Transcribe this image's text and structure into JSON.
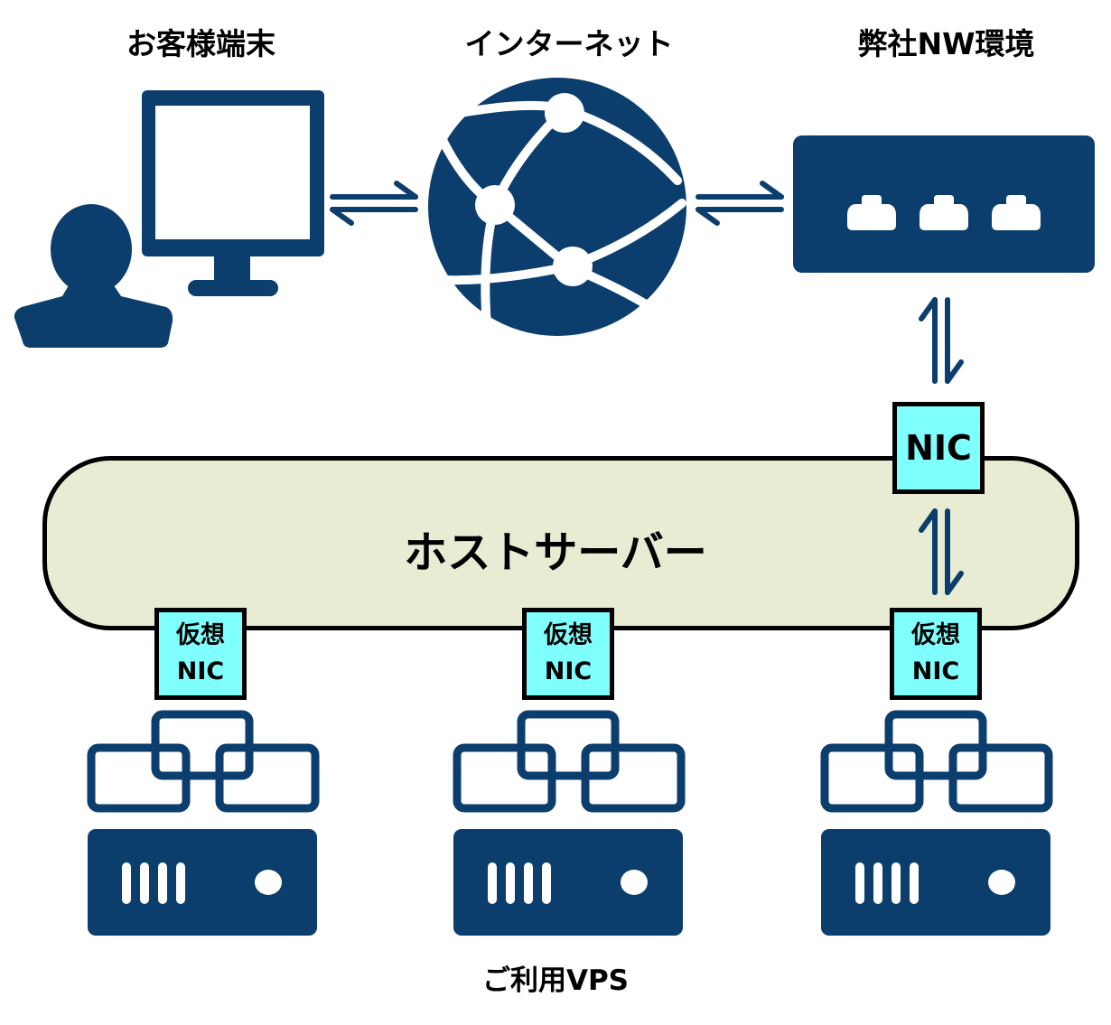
{
  "diagram": {
    "type": "network-architecture",
    "primary_color": "#0b3e6d",
    "host_fill_color": "#e8ecd3",
    "nic_fill_color": "#80ffff",
    "nodes": {
      "customer": {
        "label": "お客様端末",
        "icons": [
          "person-icon",
          "monitor-icon"
        ]
      },
      "internet": {
        "label": "インターネット",
        "icons": [
          "globe-network-icon"
        ]
      },
      "company_network": {
        "label": "弊社NW環境",
        "icons": [
          "network-switch-icon"
        ]
      },
      "host_server": {
        "label": "ホストサーバー"
      },
      "physical_nic": {
        "label": "NIC"
      },
      "virtual_nics": [
        {
          "line1": "仮想",
          "line2": "NIC"
        },
        {
          "line1": "仮想",
          "line2": "NIC"
        },
        {
          "line1": "仮想",
          "line2": "NIC"
        }
      ],
      "vps_group": {
        "label": "ご利用VPS",
        "count": 3
      }
    },
    "edges": [
      {
        "from": "customer",
        "to": "internet",
        "direction": "bidirectional"
      },
      {
        "from": "internet",
        "to": "company_network",
        "direction": "bidirectional"
      },
      {
        "from": "company_network",
        "to": "physical_nic",
        "direction": "bidirectional"
      },
      {
        "from": "physical_nic",
        "to": "virtual_nic_3",
        "direction": "bidirectional"
      }
    ]
  }
}
